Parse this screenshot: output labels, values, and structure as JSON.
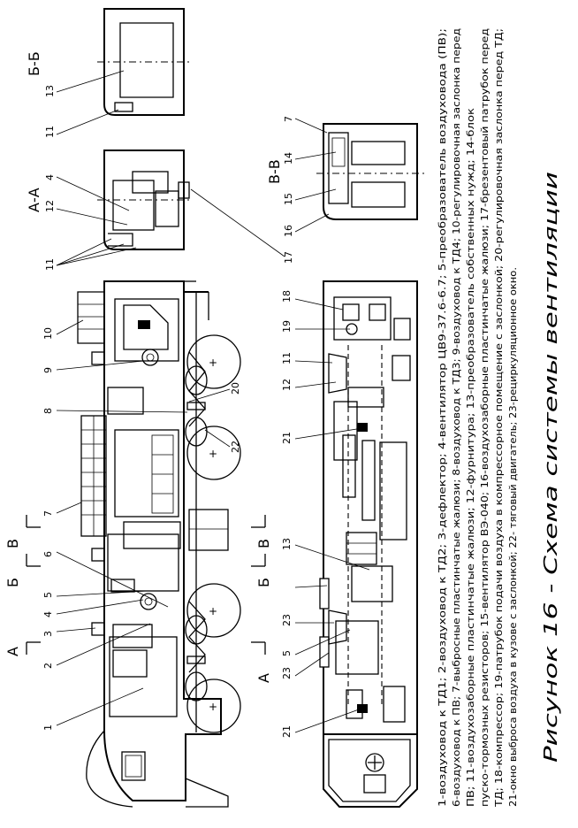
{
  "figure": {
    "title": "Рисунок 16 -  Схема системы вентиляции"
  },
  "sections": {
    "a_a": "А-А",
    "b_b": "Б-Б",
    "v_v": "В-В",
    "cut_a": "А",
    "cut_b": "Б",
    "cut_v": "В"
  },
  "callouts": {
    "top_row": [
      "1",
      "2",
      "3",
      "4",
      "5",
      "6",
      "7",
      "8",
      "20",
      "22",
      "9",
      "10"
    ],
    "plan_row": [
      "21",
      "23",
      "5",
      "23",
      "13",
      "21",
      "12",
      "11",
      "19",
      "18"
    ],
    "bb_view": [
      "13",
      "11"
    ],
    "aa_view": [
      "4",
      "12",
      "11",
      "17"
    ],
    "vv_view": [
      "7",
      "14",
      "15",
      "16"
    ]
  },
  "legend": {
    "lines": [
      "1-воздуховод к ТД1; 2-воздуховод к ТД2; 3-дефлектор; 4-вентилятор ЦВ9-37.6-6.7; 5-преобразователь воздуховода (ПВ);",
      "6-воздуховод к ПВ; 7-выбросные пластинчатые жалюзи; 8-воздуховод к ТД3; 9-воздуховод к ТД4; 10-регулировочная заслонка перед",
      "ПВ; 11-воздухозаборные пластинчатые жалюзи; 12-фурнитура; 13-преобразователь собственных нужд; 14-блок",
      "пуско-тормозных резисторов; 15-вентилятор ВЭ-040; 16-воздухозаборные пластинчатые жалюзи; 17-брезентовый патрубок перед",
      "ТД; 18-компрессор; 19-патрубок подачи воздуха в компрессорное помещение с заслонкой; 20-регулировочная заслонка перед ТД;",
      "21-окно выброса воздуха в кузове с заслонкой; 22- тяговый двигатель; 23-рециркуляционное окно."
    ]
  }
}
